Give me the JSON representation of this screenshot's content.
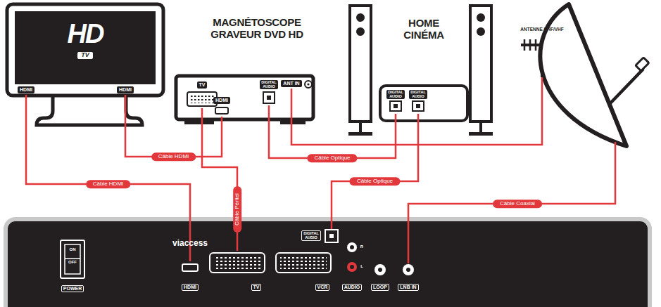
{
  "diagram": {
    "nodes": [
      {
        "text": [
          "HD",
          "TV"
        ]
      },
      {
        "text": [
          "HDMI"
        ],
        "in": 0
      },
      {
        "text": [
          "HDMI"
        ],
        "in": 0
      },
      {
        "text": [
          "MAGNÉTOSCOPE GRAVEUR DVD HD"
        ]
      },
      {
        "text": [
          "TV"
        ],
        "in": 3
      },
      {
        "text": [
          "HDMI"
        ],
        "in": 3
      },
      {
        "text": [
          "DIGITAL AUDIO"
        ],
        "in": 3
      },
      {
        "text": [
          "ANT IN"
        ],
        "in": 3
      },
      {
        "text": [
          "HOME CINÉMA"
        ]
      },
      {
        "text": [
          "DIGITAL AUDIO"
        ],
        "in": 8
      },
      {
        "text": [
          "DIGITAL AUDIO"
        ],
        "in": 8
      },
      {
        "text": [
          "ANTENNE UHF/VHF"
        ]
      },
      {
        "text": [
          "viaccess"
        ]
      },
      {
        "text": [
          "ON",
          "OFF",
          "POWER"
        ],
        "in": 12
      },
      {
        "text": [
          "HDMI"
        ],
        "in": 12
      },
      {
        "text": [
          "TV"
        ],
        "in": 12
      },
      {
        "text": [
          "VCR"
        ],
        "in": 12
      },
      {
        "text": [
          "DIGITAL AUDIO"
        ],
        "in": 12
      },
      {
        "text": [
          "R",
          "L",
          "AUDIO"
        ],
        "in": 12
      },
      {
        "text": [
          "LOOP"
        ],
        "in": 12
      },
      {
        "text": [
          "LNB IN"
        ],
        "in": 12
      }
    ],
    "edges": [
      {
        "from": 1,
        "to": 14,
        "label": "Câble HDMI",
        "arrow": "none"
      },
      {
        "from": 2,
        "to": 5,
        "label": "Câble HDMI",
        "arrow": "none"
      },
      {
        "from": 4,
        "to": 15,
        "label": "Câble Péritel",
        "arrow": "none"
      },
      {
        "from": 6,
        "to": 9,
        "label": "Câble Optique",
        "arrow": "none"
      },
      {
        "from": 10,
        "to": 17,
        "label": "Câble Optique",
        "arrow": "none"
      },
      {
        "from": 11,
        "to": 7,
        "arrow": "none"
      }
    ],
    "labels": [
      "Câble Coaxial"
    ]
  }
}
